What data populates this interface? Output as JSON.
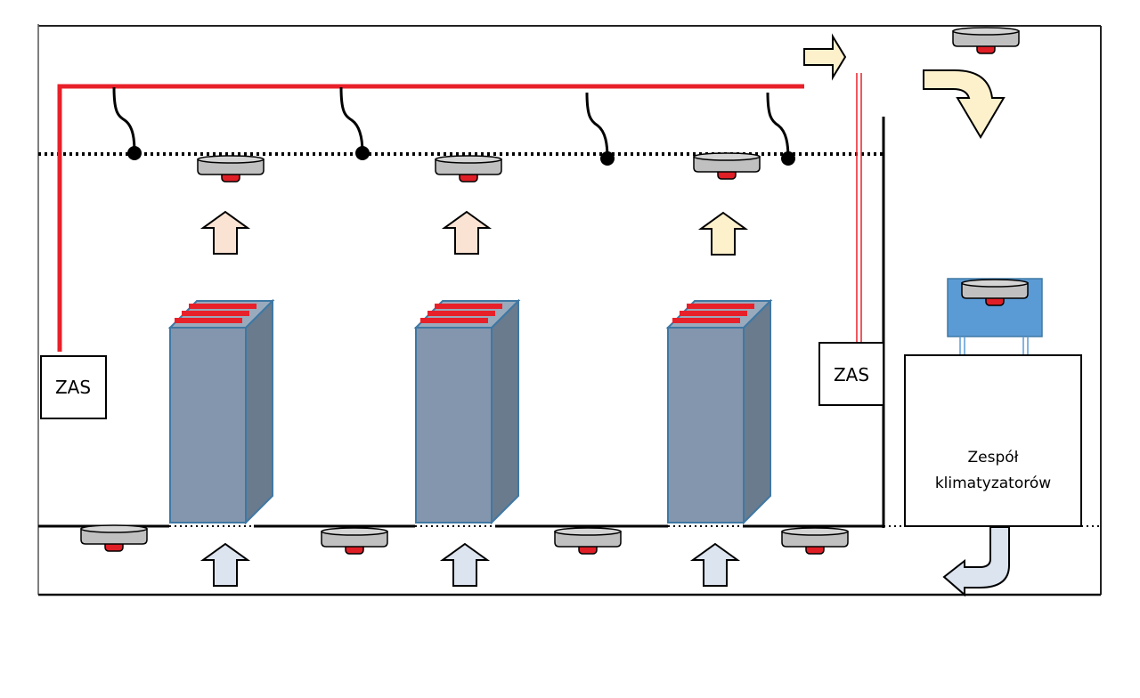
{
  "diagram": {
    "title": "",
    "left_control_panel": {
      "label": "ZAS"
    },
    "right_control_panel": {
      "label": "ZAS"
    },
    "ac_unit": {
      "label_line1": "Zespół",
      "label_line2": "klimatyzatorów"
    },
    "racks": [
      {
        "id": "rack-1",
        "hot_aisle_arrow": "warm"
      },
      {
        "id": "rack-2",
        "hot_aisle_arrow": "warm"
      },
      {
        "id": "rack-3",
        "hot_aisle_arrow": "hot"
      }
    ],
    "ceiling_detectors": 3,
    "floor_detectors": 4,
    "return_detectors": 2,
    "ceiling_nozzles": 4,
    "colors": {
      "pipe_red": "#e8202a",
      "rack_front": "#8496ad",
      "rack_side": "#6a7b8e",
      "rack_outline": "#3f78a3",
      "detector_grey": "#c0c0c0",
      "detector_red": "#e01e26",
      "cool_arrow": "#dce4f0",
      "warm_arrow": "#fbe3d3",
      "hot_arrow": "#fdf1cc",
      "return_unit_blue": "#5b9bd5"
    }
  }
}
